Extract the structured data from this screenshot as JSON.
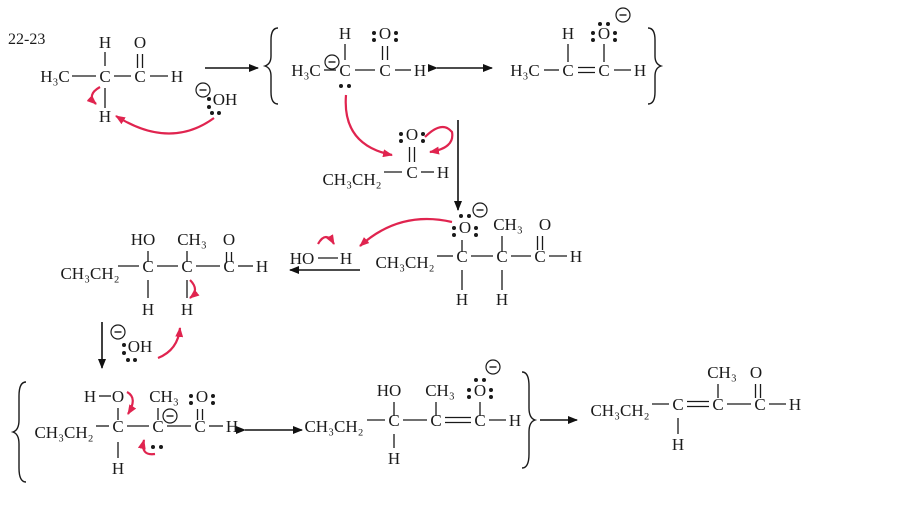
{
  "problem_number": "22-23",
  "atoms": {
    "H": "H",
    "C": "C",
    "O": "O",
    "OH": "OH",
    "HO": "HO",
    "H3C": "H₃C",
    "CH3": "CH₃",
    "CH3CH2": "CH₃CH₂"
  },
  "charge_symbol": "−"
}
